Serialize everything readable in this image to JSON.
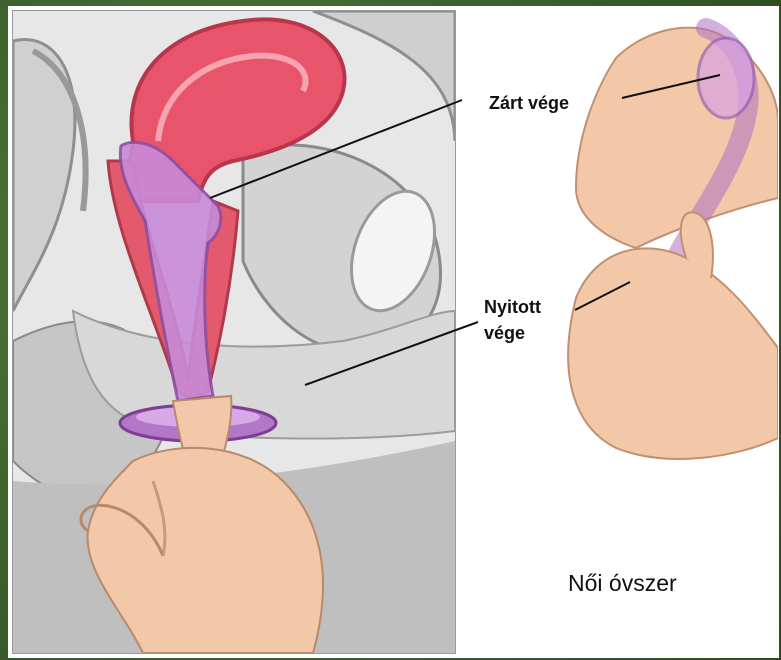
{
  "labels": {
    "closed_end": "Zárt vége",
    "open_end_line1": "Nyitott",
    "open_end_line2": "vége"
  },
  "caption": "Női óvszer",
  "colors": {
    "border": "#3b5f2b",
    "uterus": "#e8546a",
    "condom": "#c88ad8",
    "skin": "#f2c8a8",
    "tissue": "#c9c9c9"
  }
}
